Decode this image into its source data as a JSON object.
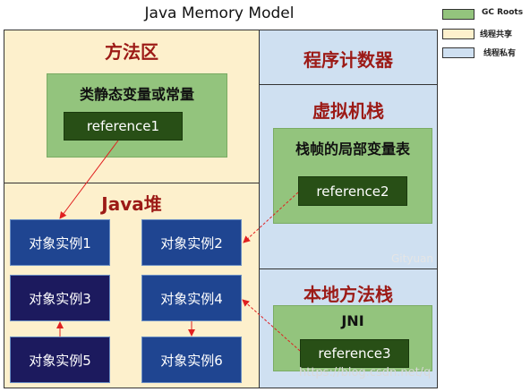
{
  "title": "Java Memory Model",
  "legend": [
    {
      "label": "GC Roots",
      "color": "#93c47d"
    },
    {
      "label": "线程共享",
      "color": "#fdf0cc"
    },
    {
      "label": "线程私有",
      "color": "#cfe0f1"
    }
  ],
  "method_area": {
    "title": "方法区",
    "box_title": "类静态变量或常量",
    "reference": "reference1"
  },
  "heap": {
    "title": "Java堆",
    "objects": [
      "对象实例1",
      "对象实例2",
      "对象实例3",
      "对象实例4",
      "对象实例5",
      "对象实例6"
    ]
  },
  "pc_register": {
    "title": "程序计数器"
  },
  "vm_stack": {
    "title": "虚拟机栈",
    "box_title": "栈帧的局部变量表",
    "reference": "reference2"
  },
  "native_stack": {
    "title": "本地方法栈",
    "box_title": "JNI",
    "reference": "reference3"
  },
  "watermarks": {
    "author": "Gityuan",
    "url": "https://blog.csdn.net/q"
  }
}
